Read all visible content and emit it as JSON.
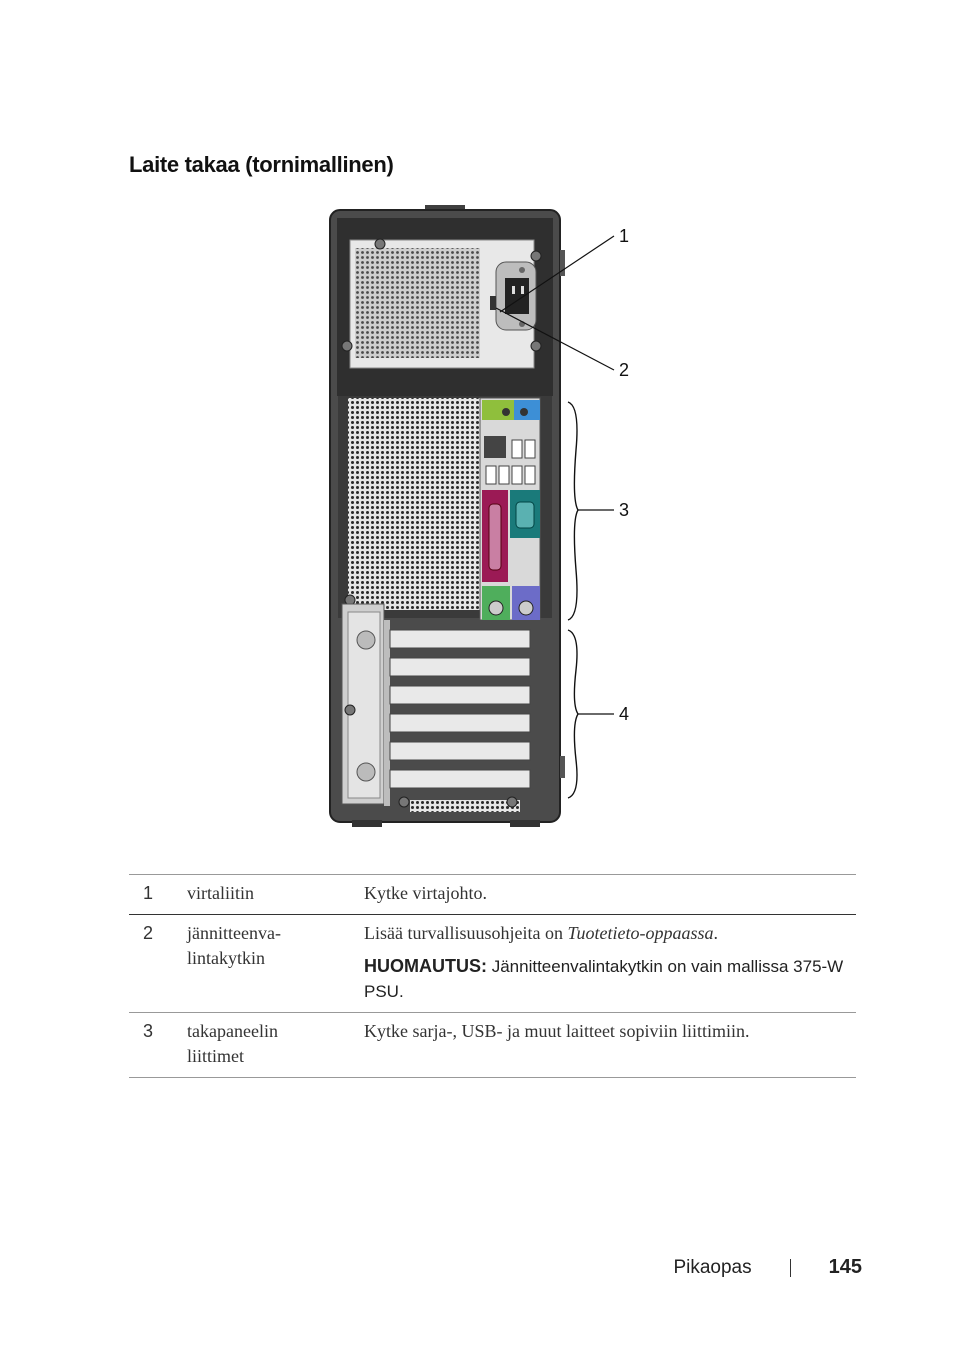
{
  "heading": "Laite takaa (tornimallinen)",
  "callouts": [
    "1",
    "2",
    "3",
    "4"
  ],
  "legend": [
    {
      "num": "1",
      "term": "virtaliitin",
      "desc": "Kytke virtajohto."
    },
    {
      "num": "2",
      "term": "jännitteenva-\nlintakytkin",
      "desc_pre": "Lisää turvallisuusohjeita on ",
      "desc_em": "Tuotetieto-oppaassa",
      "desc_post": ".",
      "note_label": "HUOMAUTUS:",
      "note_text": " Jännitteenvalintakytkin on vain mallissa 375-W PSU."
    },
    {
      "num": "3",
      "term": "takapaneelin\nliittimet",
      "desc": "Kytke sarja-, USB- ja muut laitteet sopiviin liittimiin."
    }
  ],
  "footer": {
    "label": "Pikaopas",
    "page": "145"
  }
}
